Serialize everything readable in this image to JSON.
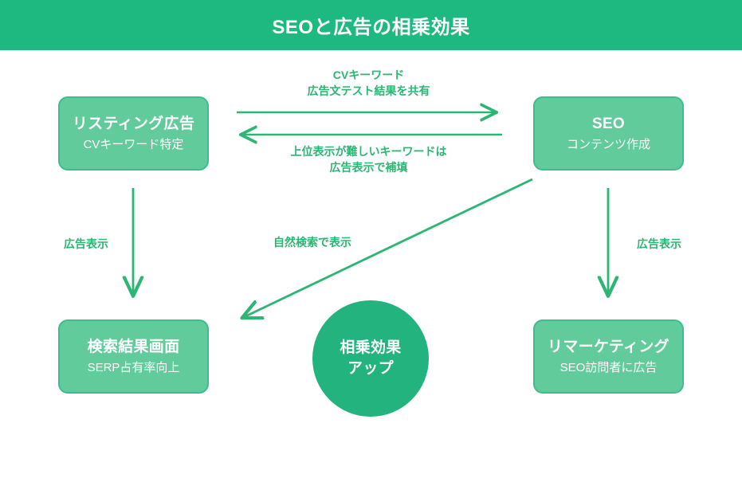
{
  "header": {
    "title": "SEOと広告の相乗効果",
    "bg_color": "#1eb980",
    "text_color": "#ffffff"
  },
  "theme": {
    "accent": "#2bb673",
    "node_fill": "#62cb9c",
    "node_border": "#3cbf8c",
    "circle_fill": "#22b37e",
    "page_bg": "#ffffff"
  },
  "nodes": {
    "listing": {
      "title": "リスティング広告",
      "subtitle": "CVキーワード特定"
    },
    "seo": {
      "title": "SEO",
      "subtitle": "コンテンツ作成"
    },
    "serp": {
      "title": "検索結果画面",
      "subtitle": "SERP占有率向上"
    },
    "remarketing": {
      "title": "リマーケティング",
      "subtitle": "SEO訪問者に広告"
    },
    "circle": {
      "line1": "相乗効果",
      "line2": "アップ"
    }
  },
  "arrow_labels": {
    "top": "CVキーワード\n広告文テスト結果を共有",
    "bottom": "上位表示が難しいキーワードは\n広告表示で補填",
    "left_down": "広告表示",
    "right_down": "広告表示",
    "diagonal": "自然検索で表示"
  },
  "arrows": [
    {
      "name": "listing-to-seo",
      "from": "listing",
      "to": "seo",
      "direction": "right"
    },
    {
      "name": "seo-to-listing",
      "from": "seo",
      "to": "listing",
      "direction": "left"
    },
    {
      "name": "listing-to-serp",
      "from": "listing",
      "to": "serp",
      "direction": "down"
    },
    {
      "name": "seo-to-remarketing",
      "from": "seo",
      "to": "remarketing",
      "direction": "down"
    },
    {
      "name": "seo-to-serp-diagonal",
      "from": "seo",
      "to": "serp",
      "direction": "down-left"
    }
  ]
}
